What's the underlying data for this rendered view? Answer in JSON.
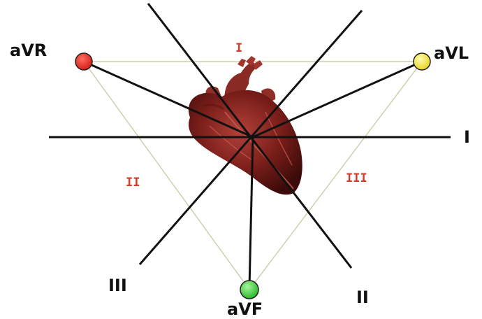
{
  "electrodes": {
    "avr": {
      "label": "aVR",
      "color": "#e8241f"
    },
    "avl": {
      "label": "aVL",
      "color": "#f2e62a"
    },
    "avf": {
      "label": "aVF",
      "color": "#3fcf3a"
    }
  },
  "triangle_sides": {
    "top": "I",
    "left": "II",
    "right": "III"
  },
  "axis_labels": {
    "lead_i": "I",
    "lead_ii": "II",
    "lead_iii": "III"
  },
  "colors": {
    "axis_lines": "#111111",
    "triangle_lines": "#c9c49a",
    "side_labels": "#d23a2a",
    "heart": "#7a1e1a"
  },
  "icons": {
    "heart": "anatomical-heart-icon"
  }
}
